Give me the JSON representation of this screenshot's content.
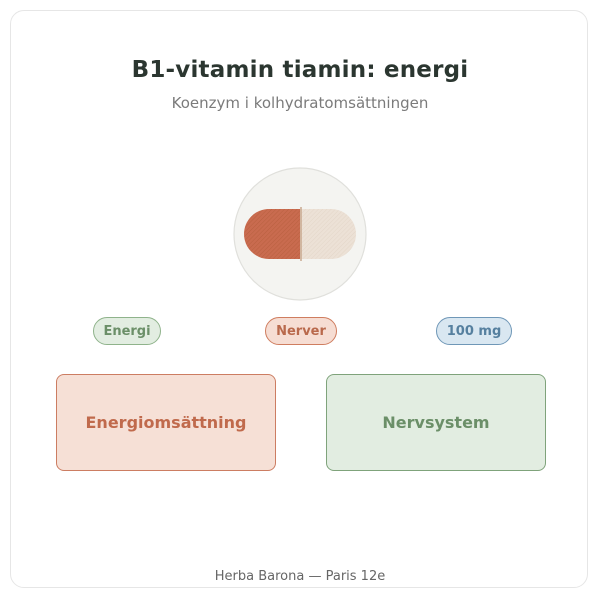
{
  "header": {
    "title": "B1-vitamin tiamin: energi",
    "subtitle": "Koenzym i kolhydratomsättningen"
  },
  "tags": {
    "energi": "Energi",
    "nerver": "Nerver",
    "dose": "100 mg"
  },
  "boxes": {
    "energy": "Energiomsättning",
    "nerv": "Nervsystem"
  },
  "footer": {
    "text": "Herba Barona — Paris 12e"
  },
  "colors": {
    "capsule_left": "#c96b4f",
    "capsule_right": "#ece1d6",
    "circle_bg": "#f4f4f1",
    "title": "#2b3630",
    "energy_accent": "#cc7d62",
    "nerv_accent": "#7fa37b",
    "dose_accent": "#6f97b7"
  },
  "icons": {
    "capsule": "capsule-icon"
  }
}
